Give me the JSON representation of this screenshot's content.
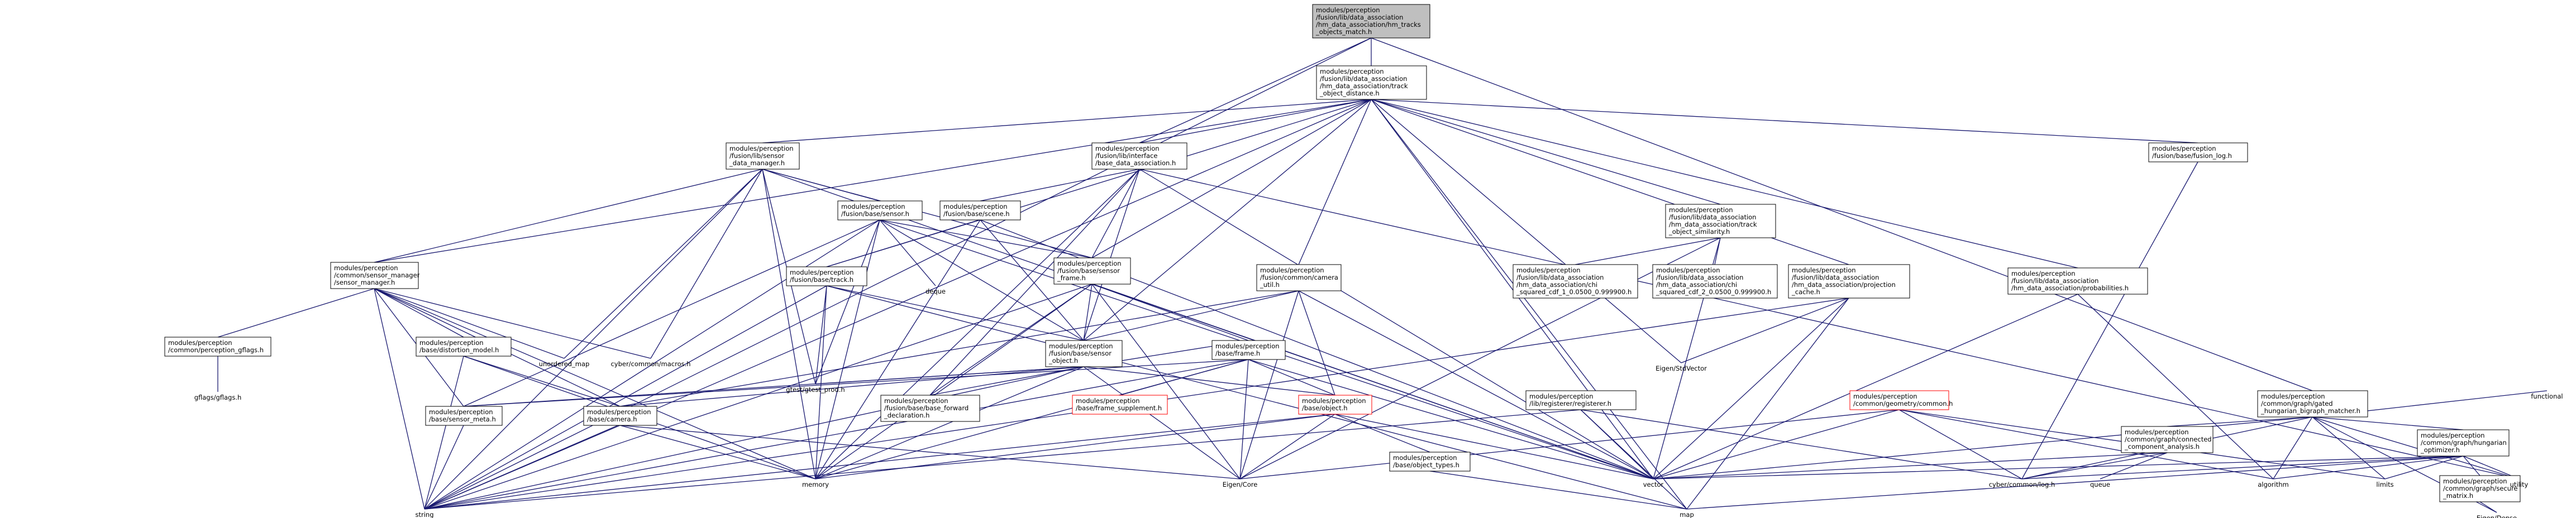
{
  "graph": {
    "nodes": [
      {
        "id": "root",
        "lines": [
          "modules/perception",
          "/fusion/lib/data_association",
          "/hm_data_association/hm_tracks",
          "_objects_match.h"
        ],
        "style": "root"
      },
      {
        "id": "track_object_distance",
        "lines": [
          "modules/perception",
          "/fusion/lib/data_association",
          "/hm_data_association/track",
          "_object_distance.h"
        ],
        "style": "normal"
      },
      {
        "id": "gated_hungarian",
        "lines": [
          "modules/perception",
          "/common/graph/gated",
          "_hungarian_bigraph_matcher.h"
        ],
        "style": "normal"
      },
      {
        "id": "base_data_association",
        "lines": [
          "modules/perception",
          "/fusion/lib/interface",
          "/base_data_association.h"
        ],
        "style": "normal"
      },
      {
        "id": "fusion_log",
        "lines": [
          "modules/perception",
          "/fusion/base/fusion_log.h"
        ],
        "style": "normal"
      },
      {
        "id": "sensor_data_manager",
        "lines": [
          "modules/perception",
          "/fusion/lib/sensor",
          "_data_manager.h"
        ],
        "style": "normal"
      },
      {
        "id": "base_sensor",
        "lines": [
          "modules/perception",
          "/fusion/base/sensor.h"
        ],
        "style": "normal"
      },
      {
        "id": "base_scene",
        "lines": [
          "modules/perception",
          "/fusion/base/scene.h"
        ],
        "style": "normal"
      },
      {
        "id": "track_object_similarity",
        "lines": [
          "modules/perception",
          "/fusion/lib/data_association",
          "/hm_data_association/track",
          "_object_similarity.h"
        ],
        "style": "normal"
      },
      {
        "id": "sensor_manager",
        "lines": [
          "modules/perception",
          "/common/sensor_manager",
          "/sensor_manager.h"
        ],
        "style": "normal"
      },
      {
        "id": "fusion_track",
        "lines": [
          "modules/perception",
          "/fusion/base/track.h"
        ],
        "style": "normal"
      },
      {
        "id": "sensor_frame",
        "lines": [
          "modules/perception",
          "/fusion/base/sensor",
          "_frame.h"
        ],
        "style": "normal"
      },
      {
        "id": "camera_util",
        "lines": [
          "modules/perception",
          "/fusion/common/camera",
          "_util.h"
        ],
        "style": "normal"
      },
      {
        "id": "chi_squared_1",
        "lines": [
          "modules/perception",
          "/fusion/lib/data_association",
          "/hm_data_association/chi",
          "_squared_cdf_1_0.0500_0.999900.h"
        ],
        "style": "normal"
      },
      {
        "id": "chi_squared_2",
        "lines": [
          "modules/perception",
          "/fusion/lib/data_association",
          "/hm_data_association/chi",
          "_squared_cdf_2_0.0500_0.999900.h"
        ],
        "style": "normal"
      },
      {
        "id": "projection_cache",
        "lines": [
          "modules/perception",
          "/fusion/lib/data_association",
          "/hm_data_association/projection",
          "_cache.h"
        ],
        "style": "normal"
      },
      {
        "id": "probabilities",
        "lines": [
          "modules/perception",
          "/fusion/lib/data_association",
          "/hm_data_association/probabilities.h"
        ],
        "style": "normal"
      },
      {
        "id": "perception_gflags",
        "lines": [
          "modules/perception",
          "/common/perception_gflags.h"
        ],
        "style": "normal"
      },
      {
        "id": "distortion_model",
        "lines": [
          "modules/perception",
          "/base/distortion_model.h"
        ],
        "style": "normal"
      },
      {
        "id": "unordered_map",
        "lines": [
          "unordered_map"
        ],
        "style": "plain"
      },
      {
        "id": "cyber_macros",
        "lines": [
          "cyber/common/macros.h"
        ],
        "style": "plain"
      },
      {
        "id": "deque",
        "lines": [
          "deque"
        ],
        "style": "plain"
      },
      {
        "id": "sensor_object",
        "lines": [
          "modules/perception",
          "/fusion/base/sensor",
          "_object.h"
        ],
        "style": "normal"
      },
      {
        "id": "base_frame",
        "lines": [
          "modules/perception",
          "/base/frame.h"
        ],
        "style": "normal"
      },
      {
        "id": "eigen_stdvector",
        "lines": [
          "Eigen/StdVector"
        ],
        "style": "plain"
      },
      {
        "id": "gated_hungarian_dup",
        "lines": [],
        "style": "skip"
      },
      {
        "id": "common_graph_connected",
        "lines": [
          "modules/perception",
          "/common/graph/connected",
          "_component_analysis.h"
        ],
        "style": "normal"
      },
      {
        "id": "hungarian_optimizer",
        "lines": [
          "modules/perception",
          "/common/graph/hungarian",
          "_optimizer.h"
        ],
        "style": "normal"
      },
      {
        "id": "functional",
        "lines": [
          "functional"
        ],
        "style": "plain"
      },
      {
        "id": "gflags",
        "lines": [
          "gflags/gflags.h"
        ],
        "style": "plain"
      },
      {
        "id": "gtest_prod",
        "lines": [
          "gtest/gtest_prod.h"
        ],
        "style": "plain"
      },
      {
        "id": "sensor_meta",
        "lines": [
          "modules/perception",
          "/base/sensor_meta.h"
        ],
        "style": "normal"
      },
      {
        "id": "base_camera",
        "lines": [
          "modules/perception",
          "/base/camera.h"
        ],
        "style": "normal"
      },
      {
        "id": "base_forward_declaration",
        "lines": [
          "modules/perception",
          "/fusion/base/base_forward",
          "_declaration.h"
        ],
        "style": "normal"
      },
      {
        "id": "frame_supplement",
        "lines": [
          "modules/perception",
          "/base/frame_supplement.h"
        ],
        "style": "red"
      },
      {
        "id": "base_object",
        "lines": [
          "modules/perception",
          "/base/object.h"
        ],
        "style": "red"
      },
      {
        "id": "transform_wrapper",
        "lines": [
          "modules/perception",
          "/lib/registerer/registerer.h"
        ],
        "style": "normal"
      },
      {
        "id": "geometry_common",
        "lines": [
          "modules/perception",
          "/common/geometry/common.h"
        ],
        "style": "red"
      },
      {
        "id": "secure_matrix",
        "lines": [
          "modules/perception",
          "/common/graph/secure",
          "_matrix.h"
        ],
        "style": "normal"
      },
      {
        "id": "object_types",
        "lines": [
          "modules/perception",
          "/base/object_types.h"
        ],
        "style": "normal"
      },
      {
        "id": "memory",
        "lines": [
          "memory"
        ],
        "style": "plain"
      },
      {
        "id": "eigen_core",
        "lines": [
          "Eigen/Core"
        ],
        "style": "plain"
      },
      {
        "id": "vector",
        "lines": [
          "vector"
        ],
        "style": "plain"
      },
      {
        "id": "cyber_log",
        "lines": [
          "cyber/common/log.h"
        ],
        "style": "plain"
      },
      {
        "id": "queue",
        "lines": [
          "queue"
        ],
        "style": "plain"
      },
      {
        "id": "algorithm",
        "lines": [
          "algorithm"
        ],
        "style": "plain"
      },
      {
        "id": "limits",
        "lines": [
          "limits"
        ],
        "style": "plain"
      },
      {
        "id": "utility",
        "lines": [
          "utility"
        ],
        "style": "plain"
      },
      {
        "id": "map",
        "lines": [
          "map"
        ],
        "style": "plain"
      },
      {
        "id": "string",
        "lines": [
          "string"
        ],
        "style": "plain"
      },
      {
        "id": "eigen_dense",
        "lines": [
          "Eigen/Dense"
        ],
        "style": "plain"
      }
    ],
    "edges": [
      [
        "root",
        "track_object_distance"
      ],
      [
        "root",
        "gated_hungarian"
      ],
      [
        "root",
        "base_data_association"
      ],
      [
        "root",
        "string"
      ],
      [
        "track_object_distance",
        "sensor_data_manager"
      ],
      [
        "track_object_distance",
        "base_data_association"
      ],
      [
        "track_object_distance",
        "fusion_log"
      ],
      [
        "track_object_distance",
        "track_object_similarity"
      ],
      [
        "track_object_distance",
        "projection_cache"
      ],
      [
        "track_object_distance",
        "probabilities"
      ],
      [
        "track_object_distance",
        "sensor_frame"
      ],
      [
        "track_object_distance",
        "camera_util"
      ],
      [
        "track_object_distance",
        "sensor_object"
      ],
      [
        "track_object_distance",
        "eigen_stdvector"
      ],
      [
        "track_object_distance",
        "vector"
      ],
      [
        "track_object_distance",
        "string"
      ],
      [
        "track_object_distance",
        "map"
      ],
      [
        "track_object_distance",
        "fusion_track"
      ],
      [
        "track_object_distance",
        "sensor_manager"
      ],
      [
        "base_data_association",
        "base_scene"
      ],
      [
        "base_data_association",
        "sensor_frame"
      ],
      [
        "base_data_association",
        "sensor_object"
      ],
      [
        "base_data_association",
        "base_forward_declaration"
      ],
      [
        "base_data_association",
        "vector"
      ],
      [
        "base_data_association",
        "memory"
      ],
      [
        "base_data_association",
        "utility"
      ],
      [
        "sensor_data_manager",
        "base_sensor"
      ],
      [
        "sensor_data_manager",
        "sensor_manager"
      ],
      [
        "sensor_data_manager",
        "unordered_map"
      ],
      [
        "sensor_data_manager",
        "cyber_macros"
      ],
      [
        "sensor_data_manager",
        "memory"
      ],
      [
        "sensor_data_manager",
        "string"
      ],
      [
        "sensor_data_manager",
        "gtest_prod"
      ],
      [
        "sensor_data_manager",
        "sensor_frame"
      ],
      [
        "sensor_data_manager",
        "vector"
      ],
      [
        "base_sensor",
        "deque"
      ],
      [
        "base_sensor",
        "sensor_frame"
      ],
      [
        "base_sensor",
        "sensor_object"
      ],
      [
        "base_sensor",
        "memory"
      ],
      [
        "base_sensor",
        "string"
      ],
      [
        "base_sensor",
        "vector"
      ],
      [
        "base_sensor",
        "gtest_prod"
      ],
      [
        "base_sensor",
        "sensor_meta"
      ],
      [
        "base_scene",
        "fusion_track"
      ],
      [
        "base_scene",
        "sensor_object"
      ],
      [
        "base_scene",
        "memory"
      ],
      [
        "base_scene",
        "vector"
      ],
      [
        "track_object_similarity",
        "chi_squared_1"
      ],
      [
        "track_object_similarity",
        "chi_squared_2"
      ],
      [
        "track_object_similarity",
        "vector"
      ],
      [
        "track_object_similarity",
        "eigen_core"
      ],
      [
        "sensor_manager",
        "perception_gflags"
      ],
      [
        "sensor_manager",
        "distortion_model"
      ],
      [
        "sensor_manager",
        "base_camera"
      ],
      [
        "sensor_manager",
        "sensor_meta"
      ],
      [
        "sensor_manager",
        "cyber_macros"
      ],
      [
        "sensor_manager",
        "memory"
      ],
      [
        "sensor_manager",
        "string"
      ],
      [
        "sensor_manager",
        "unordered_map"
      ],
      [
        "fusion_track",
        "sensor_object"
      ],
      [
        "fusion_track",
        "memory"
      ],
      [
        "fusion_track",
        "string"
      ],
      [
        "fusion_track",
        "map"
      ],
      [
        "fusion_track",
        "gtest_prod"
      ],
      [
        "sensor_frame",
        "sensor_object"
      ],
      [
        "sensor_frame",
        "base_frame"
      ],
      [
        "sensor_frame",
        "base_forward_declaration"
      ],
      [
        "sensor_frame",
        "memory"
      ],
      [
        "sensor_frame",
        "eigen_core"
      ],
      [
        "sensor_frame",
        "vector"
      ],
      [
        "sensor_frame",
        "string"
      ],
      [
        "camera_util",
        "sensor_object"
      ],
      [
        "camera_util",
        "base_object"
      ],
      [
        "camera_util",
        "base_camera"
      ],
      [
        "camera_util",
        "vector"
      ],
      [
        "camera_util",
        "eigen_core"
      ],
      [
        "projection_cache",
        "eigen_stdvector"
      ],
      [
        "projection_cache",
        "map"
      ],
      [
        "projection_cache",
        "string"
      ],
      [
        "projection_cache",
        "vector"
      ],
      [
        "probabilities",
        "vector"
      ],
      [
        "probabilities",
        "algorithm"
      ],
      [
        "perception_gflags",
        "gflags"
      ],
      [
        "distortion_model",
        "base_camera"
      ],
      [
        "distortion_model",
        "string"
      ],
      [
        "distortion_model",
        "memory"
      ],
      [
        "sensor_object",
        "sensor_meta"
      ],
      [
        "sensor_object",
        "base_object"
      ],
      [
        "sensor_object",
        "base_forward_declaration"
      ],
      [
        "sensor_object",
        "base_frame"
      ],
      [
        "sensor_object",
        "memory"
      ],
      [
        "sensor_object",
        "eigen_core"
      ],
      [
        "sensor_object",
        "string"
      ],
      [
        "sensor_object",
        "gtest_prod"
      ],
      [
        "sensor_object",
        "base_camera"
      ],
      [
        "base_frame",
        "frame_supplement"
      ],
      [
        "base_frame",
        "base_object"
      ],
      [
        "base_frame",
        "sensor_meta"
      ],
      [
        "base_frame",
        "memory"
      ],
      [
        "base_frame",
        "vector"
      ],
      [
        "base_frame",
        "string"
      ],
      [
        "base_frame",
        "eigen_core"
      ],
      [
        "gated_hungarian",
        "common_graph_connected"
      ],
      [
        "gated_hungarian",
        "hungarian_optimizer"
      ],
      [
        "gated_hungarian",
        "cyber_log"
      ],
      [
        "gated_hungarian",
        "functional"
      ],
      [
        "gated_hungarian",
        "utility"
      ],
      [
        "gated_hungarian",
        "vector"
      ],
      [
        "gated_hungarian",
        "algorithm"
      ],
      [
        "gated_hungarian",
        "limits"
      ],
      [
        "gated_hungarian",
        "eigen_dense"
      ],
      [
        "common_graph_connected",
        "queue"
      ],
      [
        "common_graph_connected",
        "vector"
      ],
      [
        "common_graph_connected",
        "cyber_log"
      ],
      [
        "hungarian_optimizer",
        "secure_matrix"
      ],
      [
        "hungarian_optimizer",
        "cyber_log"
      ],
      [
        "hungarian_optimizer",
        "algorithm"
      ],
      [
        "hungarian_optimizer",
        "limits"
      ],
      [
        "hungarian_optimizer",
        "utility"
      ],
      [
        "hungarian_optimizer",
        "vector"
      ],
      [
        "hungarian_optimizer",
        "map"
      ],
      [
        "secure_matrix",
        "eigen_dense"
      ],
      [
        "base_camera",
        "memory"
      ],
      [
        "base_camera",
        "string"
      ],
      [
        "base_camera",
        "eigen_core"
      ],
      [
        "base_object",
        "object_types"
      ],
      [
        "base_object",
        "eigen_core"
      ],
      [
        "base_object",
        "string"
      ],
      [
        "base_object",
        "vector"
      ],
      [
        "base_object",
        "memory"
      ],
      [
        "object_types",
        "map"
      ],
      [
        "transform_wrapper",
        "map"
      ],
      [
        "transform_wrapper",
        "string"
      ],
      [
        "transform_wrapper",
        "vector"
      ],
      [
        "transform_wrapper",
        "cyber_log"
      ],
      [
        "geometry_common",
        "cyber_log"
      ],
      [
        "geometry_common",
        "algorithm"
      ],
      [
        "geometry_common",
        "eigen_core"
      ],
      [
        "geometry_common",
        "vector"
      ],
      [
        "geometry_common",
        "limits"
      ],
      [
        "fusion_log",
        "cyber_log"
      ],
      [
        "sensor_meta",
        "string"
      ]
    ]
  }
}
